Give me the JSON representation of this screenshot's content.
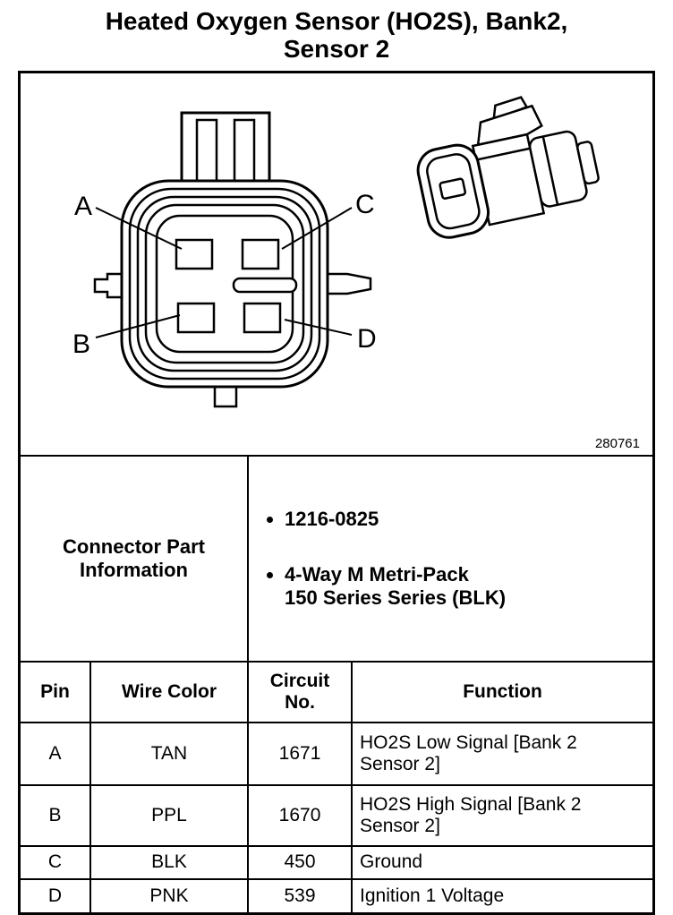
{
  "title": "Heated Oxygen Sensor (HO2S), Bank2,\nSensor 2",
  "diagram": {
    "figure_number": "280761",
    "pin_labels": {
      "a": "A",
      "b": "B",
      "c": "C",
      "d": "D"
    }
  },
  "part_info": {
    "label": "Connector Part Information",
    "bullets": [
      "1216-0825",
      "4-Way M Metri-Pack\n150 Series Series (BLK)"
    ]
  },
  "pin_table": {
    "headers": {
      "pin": "Pin",
      "wire_color": "Wire Color",
      "circuit_no": "Circuit\nNo.",
      "function": "Function"
    },
    "rows": [
      {
        "pin": "A",
        "wire_color": "TAN",
        "circuit_no": "1671",
        "function": "HO2S Low Signal [Bank 2\nSensor 2]"
      },
      {
        "pin": "B",
        "wire_color": "PPL",
        "circuit_no": "1670",
        "function": "HO2S High Signal [Bank 2\nSensor 2]"
      },
      {
        "pin": "C",
        "wire_color": "BLK",
        "circuit_no": "450",
        "function": "Ground"
      },
      {
        "pin": "D",
        "wire_color": "PNK",
        "circuit_no": "539",
        "function": "Ignition 1 Voltage"
      }
    ]
  }
}
